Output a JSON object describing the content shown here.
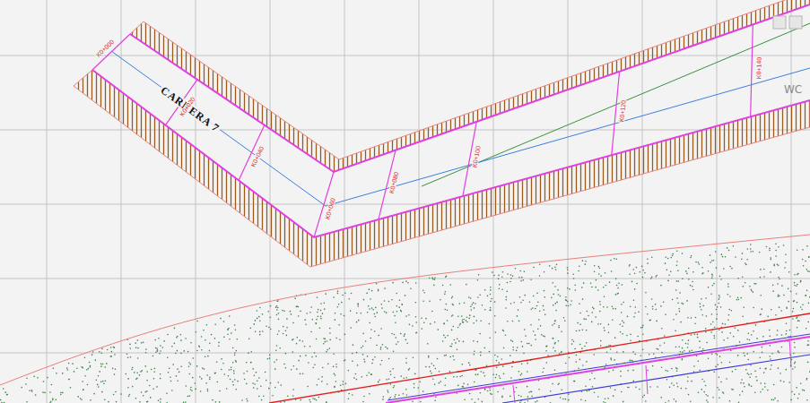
{
  "diagram": {
    "labels": [
      "CARRERA 7",
      "K0+000",
      "K0+020",
      "K0+040",
      "K0+060",
      "K0+080",
      "K0+100",
      "K0+120",
      "K0+140",
      "WC"
    ]
  }
}
